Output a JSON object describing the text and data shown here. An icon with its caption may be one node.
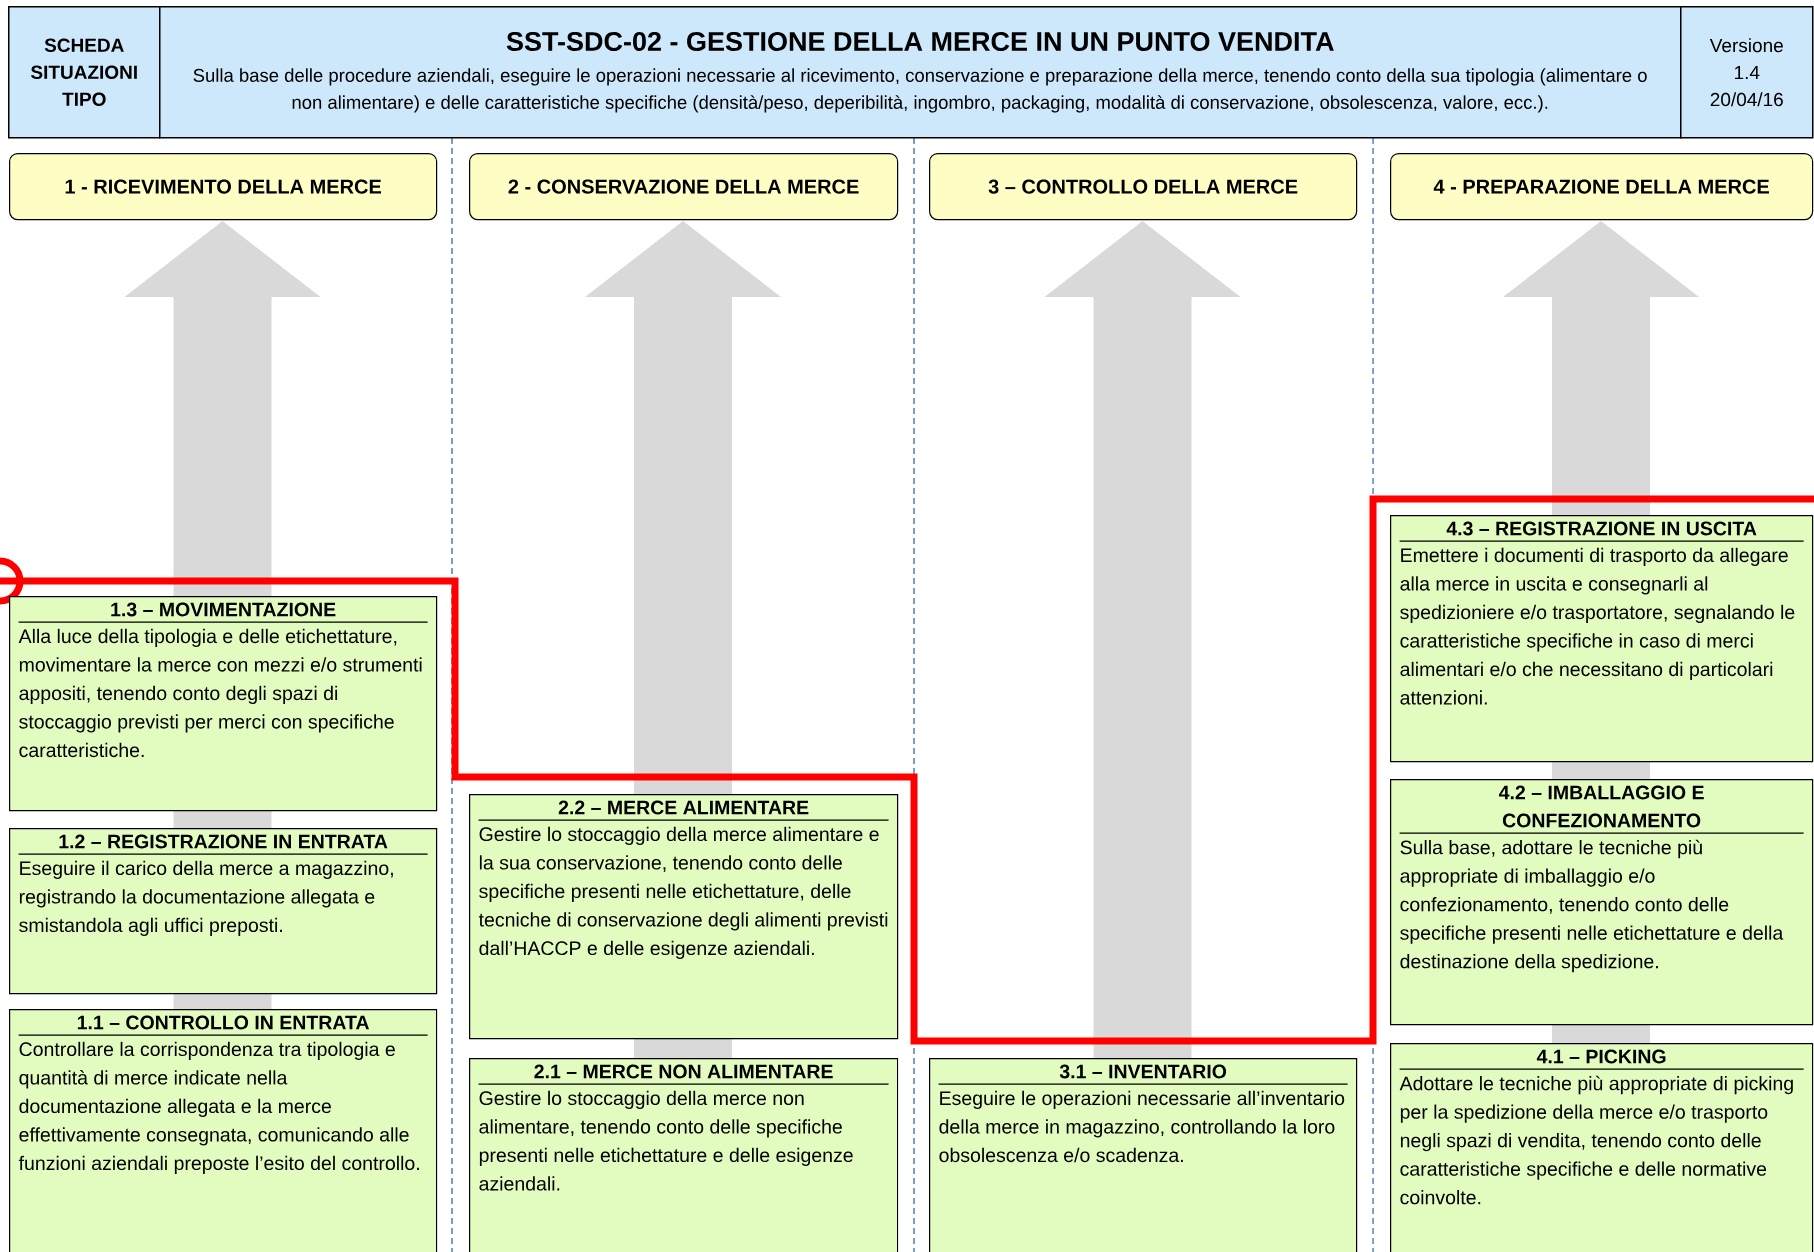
{
  "diagram": {
    "nodes": [
      {
        "text": [
          "SCHEDA SITUAZIONI TIPO"
        ]
      },
      {
        "text": [
          "SST-SDC-02 - GESTIONE DELLA MERCE IN UN PUNTO VENDITA",
          "Sulla base delle procedure aziendali, eseguire le operazioni necessarie al ricevimento, conservazione e preparazione della merce, tenendo conto della sua tipologia (alimentare o non alimentare) e delle caratteristiche specifiche (densità/peso, deperibilità, ingombro, packaging, modalità di conservazione, obsolescenza, valore, ecc.)."
        ]
      },
      {
        "text": [
          "Versione",
          "1.4",
          "20/04/16"
        ]
      },
      {
        "text": [
          "1 - RICEVIMENTO DELLA MERCE"
        ]
      },
      {
        "text": [
          "2 - CONSERVAZIONE DELLA MERCE"
        ]
      },
      {
        "text": [
          "3 – CONTROLLO DELLA MERCE"
        ]
      },
      {
        "text": [
          "4 - PREPARAZIONE DELLA MERCE"
        ]
      },
      {
        "text": [
          "1.3 – MOVIMENTAZIONE",
          "Alla luce della tipologia e delle etichettature, movimentare la merce con mezzi e/o strumenti appositi, tenendo conto degli spazi di stoccaggio previsti per merci con specifiche caratteristiche."
        ]
      },
      {
        "text": [
          "1.2 – REGISTRAZIONE IN ENTRATA",
          "Eseguire il carico della merce a magazzino, registrando la documentazione allegata e smistandola agli uffici preposti."
        ]
      },
      {
        "text": [
          "1.1 – CONTROLLO IN ENTRATA",
          "Controllare la corrispondenza tra tipologia e quantità di merce indicate nella documentazione allegata e la merce effettivamente consegnata, comunicando alle funzioni aziendali preposte l’esito del controllo."
        ]
      },
      {
        "text": [
          "2.2 – MERCE ALIMENTARE",
          "Gestire lo stoccaggio della merce alimentare e la sua conservazione, tenendo conto delle specifiche presenti nelle etichettature, delle tecniche di conservazione degli alimenti previsti dall’HACCP e delle esigenze aziendali."
        ]
      },
      {
        "text": [
          "2.1 – MERCE NON ALIMENTARE",
          "Gestire lo stoccaggio della merce non alimentare, tenendo conto delle specifiche presenti nelle etichettature e delle esigenze aziendali."
        ]
      },
      {
        "text": [
          "3.1 – INVENTARIO",
          "Eseguire le operazioni necessarie all’inventario della merce in magazzino, controllando la loro obsolescenza e/o scadenza."
        ]
      },
      {
        "text": [
          "4.3 – REGISTRAZIONE IN USCITA",
          "Emettere i documenti di trasporto da allegare alla merce in uscita e consegnarli al spedizioniere e/o trasportatore, segnalando le caratteristiche specifiche in caso di merci alimentari e/o che necessitano di particolari attenzioni."
        ]
      },
      {
        "text": [
          "4.2 – IMBALLAGGIO E CONFEZIONAMENTO",
          "Sulla base, adottare le tecniche più appropriate di imballaggio e/o confezionamento, tenendo conto delle specifiche presenti nelle etichettature e della destinazione della spedizione."
        ]
      },
      {
        "text": [
          "4.1 – PICKING",
          "Adottare le tecniche più appropriate di picking per la spedizione della merce e/o trasporto negli spazi di vendita, tenendo conto delle caratteristiche specifiche e delle normative coinvolte."
        ]
      }
    ]
  }
}
